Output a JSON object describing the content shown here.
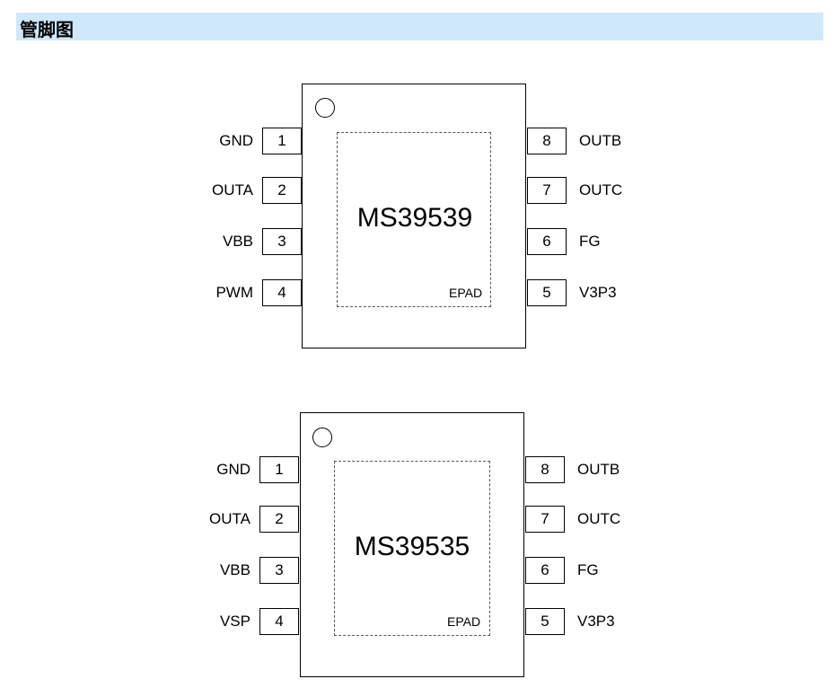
{
  "header": {
    "title": "管脚图"
  },
  "chips": [
    {
      "part": "MS39539",
      "epad": "EPAD",
      "left_pins": [
        {
          "num": "1",
          "name": "GND"
        },
        {
          "num": "2",
          "name": "OUTA"
        },
        {
          "num": "3",
          "name": "VBB"
        },
        {
          "num": "4",
          "name": "PWM"
        }
      ],
      "right_pins": [
        {
          "num": "8",
          "name": "OUTB"
        },
        {
          "num": "7",
          "name": "OUTC"
        },
        {
          "num": "6",
          "name": "FG"
        },
        {
          "num": "5",
          "name": "V3P3"
        }
      ]
    },
    {
      "part": "MS39535",
      "epad": "EPAD",
      "left_pins": [
        {
          "num": "1",
          "name": "GND"
        },
        {
          "num": "2",
          "name": "OUTA"
        },
        {
          "num": "3",
          "name": "VBB"
        },
        {
          "num": "4",
          "name": "VSP"
        }
      ],
      "right_pins": [
        {
          "num": "8",
          "name": "OUTB"
        },
        {
          "num": "7",
          "name": "OUTC"
        },
        {
          "num": "6",
          "name": "FG"
        },
        {
          "num": "5",
          "name": "V3P3"
        }
      ]
    }
  ]
}
